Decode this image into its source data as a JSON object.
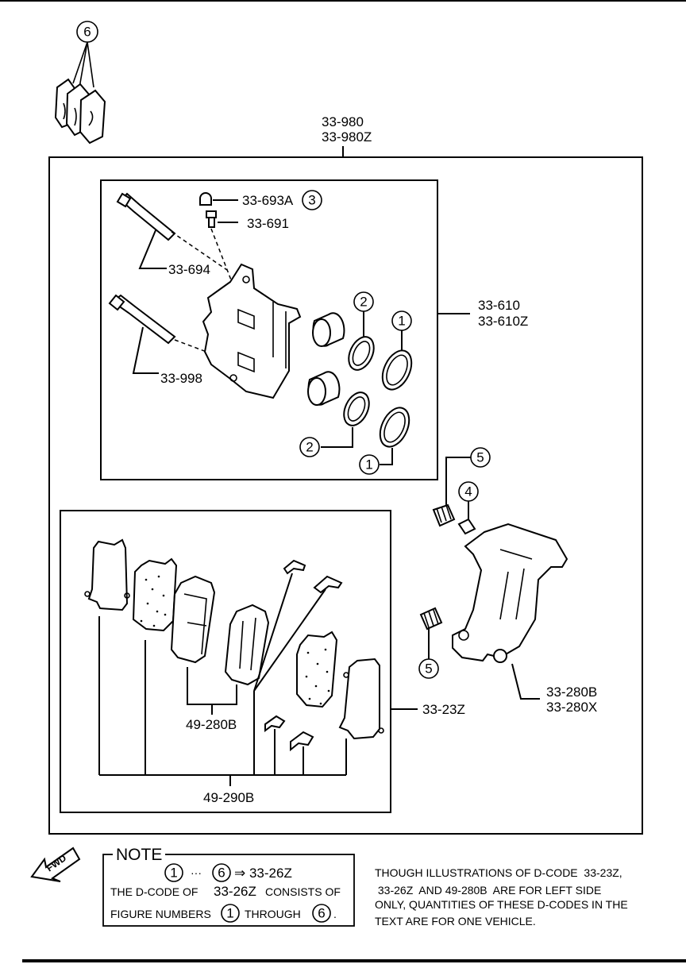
{
  "callouts": {
    "caliper_assembly": [
      "33-980",
      "33-980Z"
    ],
    "caliper_body": [
      "33-610",
      "33-610Z"
    ],
    "cap": "33-693A",
    "bleeder": "33-691",
    "guide_pin_upper": "33-694",
    "guide_pin_lower": "33-998",
    "bracket": [
      "33-280B",
      "33-280X"
    ],
    "pad_kit": "33-23Z",
    "pads": "49-280B",
    "pad_shims": "49-290B"
  },
  "figure_numbers": [
    "6",
    "3",
    "2",
    "1",
    "2",
    "1",
    "5",
    "4",
    "5"
  ],
  "note": {
    "title": "NOTE",
    "circle_first": "1",
    "dots": "···",
    "circle_last": "6",
    "arrow_code": "⇒ 33-26Z",
    "line2_a": "THE D-CODE OF",
    "line2_code": "33-26Z",
    "line2_b": "CONSISTS OF",
    "line3_a": "FIGURE NUMBERS",
    "line3_circle1": "1",
    "line3_mid": "THROUGH",
    "line3_circle2": "6",
    "line3_end": "."
  },
  "disclaimer": [
    "THOUGH ILLUSTRATIONS OF D-CODE  33-23Z,",
    " 33-26Z  AND 49-280B  ARE FOR LEFT SIDE",
    "ONLY, QUANTITIES OF THESE D-CODES IN THE",
    "TEXT ARE FOR ONE VEHICLE."
  ],
  "fwd_label": "FWD"
}
